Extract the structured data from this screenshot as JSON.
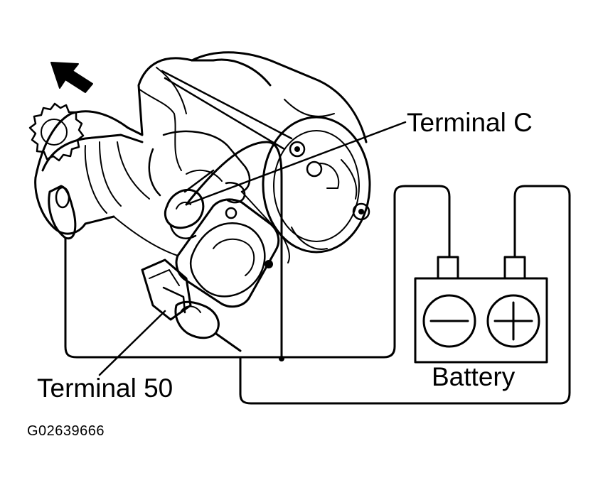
{
  "labels": {
    "terminal_c": "Terminal C",
    "terminal_50": "Terminal 50",
    "battery": "Battery",
    "figure_code": "G02639666"
  },
  "icons": {
    "direction_arrow": "arrow-up-left-icon",
    "negative_terminal": "minus-icon",
    "positive_terminal": "plus-icon"
  },
  "colors": {
    "ink": "#000000",
    "paper": "#ffffff"
  }
}
